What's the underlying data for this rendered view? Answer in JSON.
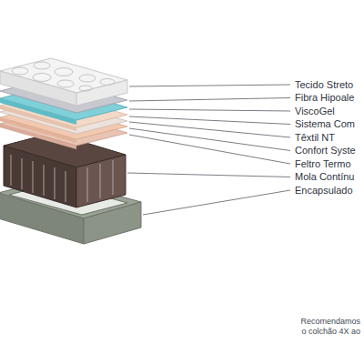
{
  "diagram": {
    "labels": [
      "Tecido Streto",
      "Fibra Hipoale",
      "ViscoGel",
      "Sistema Com",
      "Têxtil NT",
      "Confort Syste",
      "Feltro Termo",
      "Mola Contínu",
      "Encapsulado",
      "Recomendamos o colchão 4X ao"
    ]
  }
}
